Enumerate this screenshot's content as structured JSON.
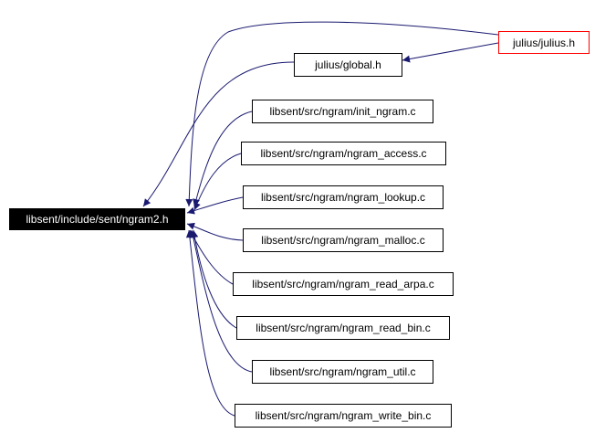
{
  "graph": {
    "root": {
      "label": "libsent/include/sent/ngram2.h"
    },
    "nodes": [
      {
        "id": "julius",
        "label": "julius/julius.h",
        "link_color": "#ff0000"
      },
      {
        "id": "global",
        "label": "julius/global.h"
      },
      {
        "id": "init_ngram",
        "label": "libsent/src/ngram/init_ngram.c"
      },
      {
        "id": "ngram_access",
        "label": "libsent/src/ngram/ngram_access.c"
      },
      {
        "id": "ngram_lookup",
        "label": "libsent/src/ngram/ngram_lookup.c"
      },
      {
        "id": "ngram_malloc",
        "label": "libsent/src/ngram/ngram_malloc.c"
      },
      {
        "id": "ngram_read_arpa",
        "label": "libsent/src/ngram/ngram_read_arpa.c"
      },
      {
        "id": "ngram_read_bin",
        "label": "libsent/src/ngram/ngram_read_bin.c"
      },
      {
        "id": "ngram_util",
        "label": "libsent/src/ngram/ngram_util.c"
      },
      {
        "id": "ngram_write_bin",
        "label": "libsent/src/ngram/ngram_write_bin.c"
      }
    ],
    "edges": [
      {
        "from": "julius",
        "to": "global"
      },
      {
        "from": "julius",
        "to": "root"
      },
      {
        "from": "global",
        "to": "root"
      },
      {
        "from": "init_ngram",
        "to": "root"
      },
      {
        "from": "ngram_access",
        "to": "root"
      },
      {
        "from": "ngram_lookup",
        "to": "root"
      },
      {
        "from": "ngram_malloc",
        "to": "root"
      },
      {
        "from": "ngram_read_arpa",
        "to": "root"
      },
      {
        "from": "ngram_read_bin",
        "to": "root"
      },
      {
        "from": "ngram_util",
        "to": "root"
      },
      {
        "from": "ngram_write_bin",
        "to": "root"
      }
    ],
    "colors": {
      "edge": "#191970",
      "node_border": "#000000",
      "root_fill": "#000000",
      "root_text": "#ffffff",
      "highlight_border": "#ff0000"
    }
  }
}
